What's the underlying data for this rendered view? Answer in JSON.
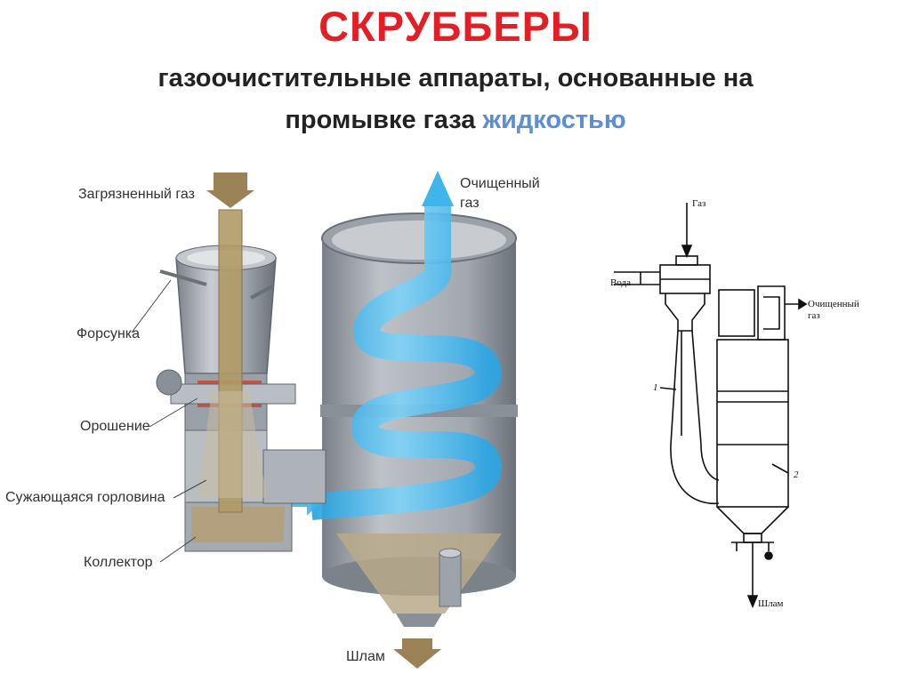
{
  "header": {
    "title": "СКРУББЕРЫ",
    "subtitle_line1": "газоочистительные аппараты, основанные на",
    "subtitle_line2_prefix": "промывке газа ",
    "subtitle_line2_accent": "жидкостью",
    "accent_color": "#5b8fd4",
    "title_color": "#e31e24"
  },
  "illustration": {
    "labels": {
      "dirty_gas": "Загрязненный газ",
      "clean_gas": "Очищенный\nгаз",
      "nozzle": "Форсунка",
      "irrigation": "Орошение",
      "throat": "Сужающаяся горловина",
      "collector": "Коллектор",
      "sludge": "Шлам"
    },
    "colors": {
      "gas_flow": "#3fb5ec",
      "dirty_arrow": "#9b8156",
      "body": "#a9aeb5"
    }
  },
  "schematic": {
    "labels": {
      "gas": "Газ",
      "water": "Вода",
      "clean_gas": "Очищенный\nгаз",
      "part1": "1",
      "part2": "2",
      "sludge": "Шлам"
    }
  }
}
